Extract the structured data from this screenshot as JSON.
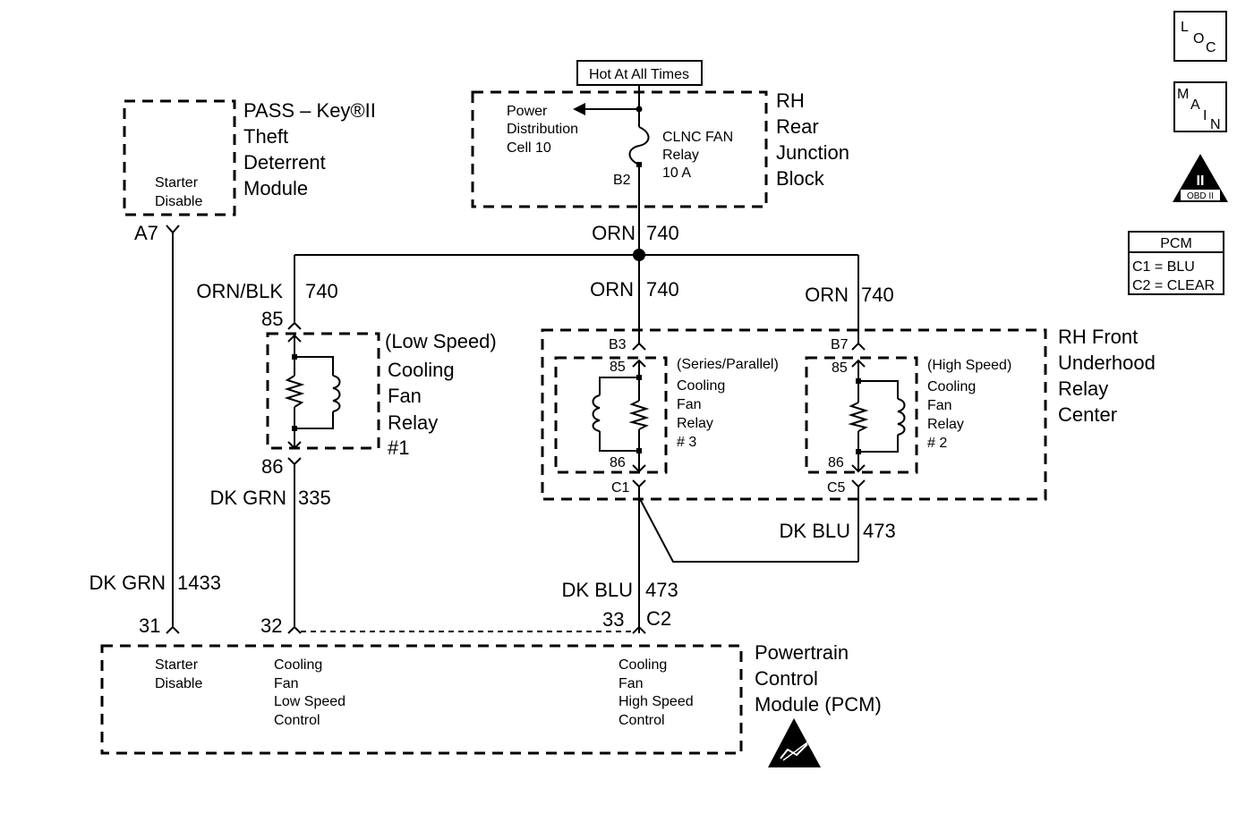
{
  "icons": {
    "loc": {
      "l": "L",
      "o": "O",
      "c": "C"
    },
    "main": {
      "m": "M",
      "a": "A",
      "i": "I",
      "n": "N"
    },
    "obd": {
      "numeral": "II",
      "label": "OBD II"
    },
    "esd": "esd-warning-icon"
  },
  "pcm_legend": {
    "title": "PCM",
    "c1": "C1 = BLU",
    "c2": "C2 = CLEAR"
  },
  "hot_label": "Hot At All Times",
  "pass_key": {
    "title_lines": [
      "PASS – Key®II",
      "Theft",
      "Deterrent",
      "Module"
    ],
    "inner": [
      "Starter",
      "Disable"
    ],
    "pin": "A7"
  },
  "rear_junction": {
    "title_lines": [
      "RH",
      "Rear",
      "Junction",
      "Block"
    ],
    "power_dist": [
      "Power",
      "Distribution",
      "Cell 10"
    ],
    "fuse": [
      "CLNC FAN",
      "Relay",
      "10 A"
    ],
    "pin": "B2"
  },
  "wires": {
    "orn_740_main": {
      "color": "ORN",
      "circuit": "740"
    },
    "orn_blk_740": {
      "color": "ORN/BLK",
      "circuit": "740"
    },
    "orn_740_mid": {
      "color": "ORN",
      "circuit": "740"
    },
    "orn_740_right": {
      "color": "ORN",
      "circuit": "740"
    },
    "dk_grn_335": {
      "color": "DK GRN",
      "circuit": "335"
    },
    "dk_grn_1433": {
      "color": "DK GRN",
      "circuit": "1433"
    },
    "dk_blu_473_right": {
      "color": "DK BLU",
      "circuit": "473"
    },
    "dk_blu_473_mid": {
      "color": "DK BLU",
      "circuit": "473"
    }
  },
  "relay1": {
    "pin_top": "85",
    "pin_bottom": "86",
    "label_lines": [
      "(Low Speed)",
      "Cooling",
      "Fan",
      "Relay",
      "#1"
    ]
  },
  "relay3": {
    "connector_top": "B3",
    "connector_bottom": "C1",
    "pin_top": "85",
    "pin_bottom": "86",
    "label_lines": [
      "(Series/Parallel)",
      "Cooling",
      "Fan",
      "Relay",
      "# 3"
    ]
  },
  "relay2": {
    "connector_top": "B7",
    "connector_bottom": "C5",
    "pin_top": "85",
    "pin_bottom": "86",
    "label_lines": [
      "(High Speed)",
      "Cooling",
      "Fan",
      "Relay",
      "# 2"
    ]
  },
  "front_relay_center": {
    "title_lines": [
      "RH Front",
      "Underhood",
      "Relay",
      "Center"
    ]
  },
  "pcm": {
    "title_lines": [
      "Powertrain",
      "Control",
      "Module (PCM)"
    ],
    "pin31": "31",
    "pin32": "32",
    "pin33": "33",
    "connector": "C2",
    "starter": [
      "Starter",
      "Disable"
    ],
    "low_speed": [
      "Cooling",
      "Fan",
      "Low Speed",
      "Control"
    ],
    "high_speed": [
      "Cooling",
      "Fan",
      "High Speed",
      "Control"
    ]
  }
}
